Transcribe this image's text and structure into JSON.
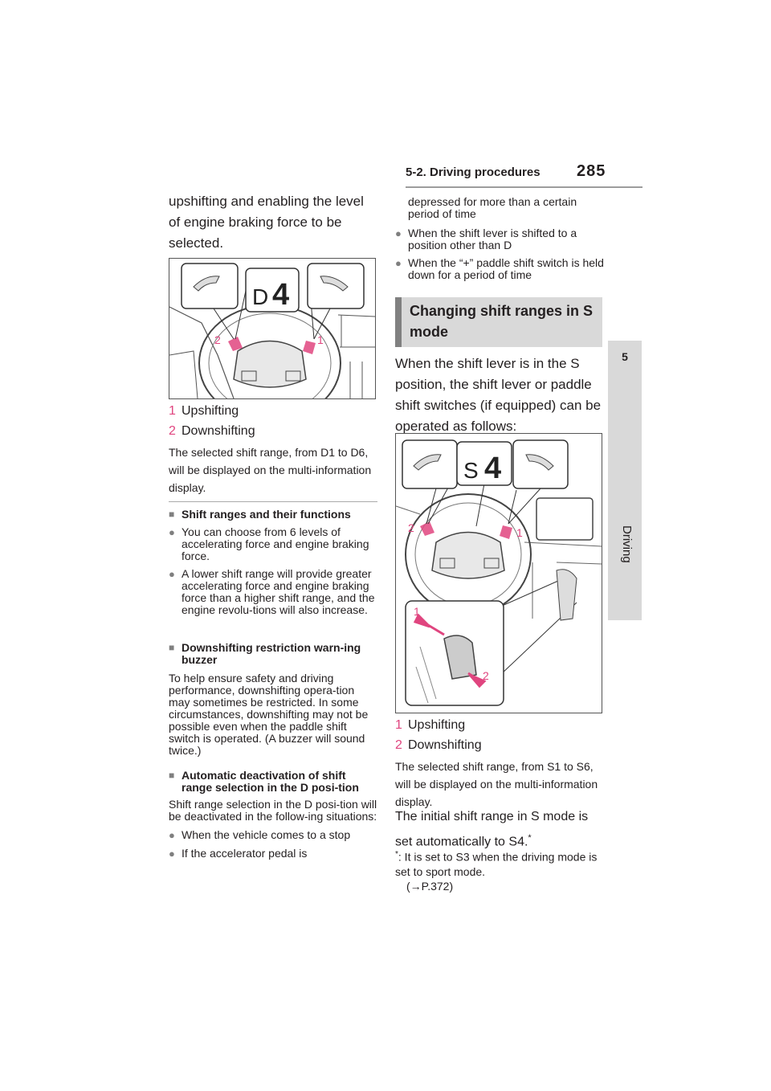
{
  "header": {
    "section": "5-2. Driving procedures",
    "page_number": "285"
  },
  "side_tab": {
    "chapter_number": "5",
    "chapter_name": "Driving"
  },
  "left": {
    "intro": "upshifting and enabling the level of engine braking force to be selected.",
    "figure1": {
      "gear_letter": "D",
      "gear_number": "4",
      "marker_1": "1",
      "marker_2": "2"
    },
    "legend": [
      {
        "n": "1",
        "label": "Upshifting"
      },
      {
        "n": "2",
        "label": "Downshifting"
      }
    ],
    "caption": "The selected shift range, from D1 to D6, will be displayed on the multi-information display.",
    "sec1_title": "Shift ranges and their functions",
    "sec1_bullets": [
      "You can choose from 6 levels of accelerating force and engine braking force.",
      "A lower shift range will provide greater accelerating force and engine braking force than a higher shift range, and the engine revolu-tions will also increase."
    ],
    "sec2_title": "Downshifting restriction warn-ing buzzer",
    "sec2_body": "To help ensure safety and driving performance, downshifting opera-tion may sometimes be restricted. In some circumstances, downshifting may not be possible even when the paddle shift switch is operated. (A buzzer will sound twice.)",
    "sec3_title": "Automatic deactivation of shift range selection in the D posi-tion",
    "sec3_body": "Shift range selection in the D posi-tion will be deactivated in the follow-ing situations:",
    "sec3_bullets": [
      "When the vehicle comes to a stop",
      "If the accelerator pedal is"
    ]
  },
  "right": {
    "cont_text": "depressed for more than a certain period of time",
    "bullets": [
      "When the shift lever is shifted to a position other than D",
      "When the “+” paddle shift switch is held down for a period of time"
    ],
    "section_heading": "Changing shift ranges in S mode",
    "body": "When the shift lever is in the S position, the shift lever or paddle shift switches (if equipped) can be operated as follows:",
    "figure2": {
      "gear_letter": "S",
      "gear_number": "4",
      "marker_1": "1",
      "marker_2": "2",
      "lever_1": "1",
      "lever_2": "2"
    },
    "legend": [
      {
        "n": "1",
        "label": "Upshifting"
      },
      {
        "n": "2",
        "label": "Downshifting"
      }
    ],
    "caption": "The selected shift range, from S1 to S6, will be displayed on the multi-information display.",
    "note_part1": "The initial shift range in S mode is set automatically to S4.",
    "note_star": "*",
    "footnote_star": "*",
    "footnote_text": ": It is set to S3 when the driving mode is set to sport mode.",
    "footnote_ref": "(→P.372)"
  },
  "colors": {
    "accent_pink": "#e0457f",
    "tab_gray": "#d9d9d9",
    "heading_bar": "#808080"
  }
}
